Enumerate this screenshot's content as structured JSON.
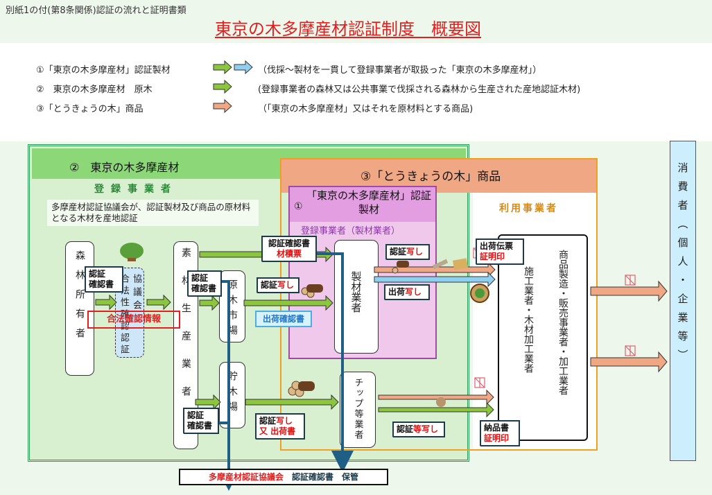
{
  "header": {
    "subtitle": "別紙1の付(第8条関係)認証の流れと証明書類",
    "title": "東京の木多摩産材認証制度　概要図"
  },
  "legend": [
    {
      "label": "①「東京の木多摩産材」認証製材",
      "arrows": [
        "green",
        "blue"
      ],
      "description": "（伐採～製材を一貫して登録事業者が取扱った「東京の木多摩産材」）"
    },
    {
      "label": "②　東京の木多摩産材　原木",
      "arrows": [
        "green"
      ],
      "description": "(登録事業者の森林又は公共事業で伐採される森林から生産された産地認証木材)"
    },
    {
      "label": "③「とうきょうの木」商品",
      "arrows": [
        "orange"
      ],
      "description": "（「東京の木多摩産材」又はそれを原材料とする商品)"
    }
  ],
  "colors": {
    "green_arrow": "#8cc63e",
    "blue_arrow": "#8fd0f0",
    "orange_arrow": "#f0a884",
    "title_red": "#e02020",
    "line_blue": "#1f5f85"
  },
  "region2": {
    "title": "②　東京の木多摩産材",
    "registered": "登録事業者",
    "note": "多摩産材認証協議会が、認証製材及び商品の原材料となる木材を産地認証"
  },
  "region3": {
    "title": "③「とうきょうの木」商品",
    "user_label": "利用事業者"
  },
  "region1": {
    "num": "①",
    "title": "「東京の木多摩産材」認証製材",
    "sub": "登録事業者（製材業者）"
  },
  "actors": {
    "forest_owner": "森林所有者",
    "council": "協議会",
    "legality": "合法性確認認証",
    "producer": "素材生産業者",
    "log_market": "原木市場",
    "storage": "貯木場",
    "sawmill": "製材業者",
    "chip": "チップ等業者",
    "builder": "施工業者・木材加工業者",
    "manufacturer": "商品製造・販売事業者・加工業者",
    "consumer": "消費者（個人・企業等）"
  },
  "documents": {
    "cert_confirm": "認証確認書",
    "cert_confirm_a": "認証",
    "cert_confirm_b": "確認書",
    "legal_info": "合法確認情報",
    "volume_slip": "材積票",
    "cert_copy_a": "認証",
    "cert_copy_b": "写し",
    "ship_confirm": "出荷確認書",
    "ship_copy_a": "出荷",
    "ship_copy_b": "写し",
    "or_shipping": "又 出荷書",
    "cert_etc_copy_b": "等写し",
    "ship_slip": "出荷伝票",
    "proof_stamp": "証明印",
    "delivery": "納品書"
  },
  "footer": {
    "council": "多摩産材認証協議会",
    "keep": "認証確認書　保管"
  }
}
